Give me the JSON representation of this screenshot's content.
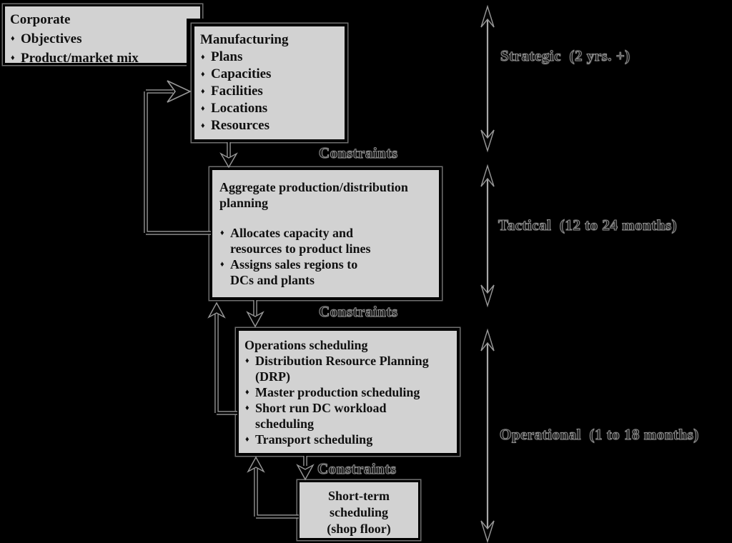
{
  "bullet": "♦",
  "boxes": {
    "corporate": {
      "title": "Corporate",
      "items": [
        "Objectives",
        "Product/market mix"
      ]
    },
    "manufacturing": {
      "title": "Manufacturing",
      "items": [
        "Plans",
        "Capacities",
        "Facilities",
        "Locations",
        "Resources"
      ]
    },
    "aggregate": {
      "title": "Aggregate production/distribution\nplanning",
      "items": [
        "Allocates capacity and\nresources to product lines",
        "Assigns sales regions to\nDCs and plants"
      ]
    },
    "operations": {
      "title": "Operations scheduling",
      "items": [
        "Distribution Resource Planning\n(DRP)",
        "Master production scheduling",
        "Short run DC workload\nscheduling",
        "Transport scheduling"
      ]
    },
    "short_term": {
      "title": "Short-term\nscheduling\n(shop floor)"
    }
  },
  "constraints_labels": [
    "Constraints",
    "Constraints",
    "Constraints"
  ],
  "horizons": [
    {
      "label": "Strategic  (2 yrs. +)"
    },
    {
      "label": "Tactical  (12 to 24 months)"
    },
    {
      "label": "Operational  (1 to 18 months)"
    }
  ],
  "colors": {
    "background": "#000000",
    "box_fill": "#d2d2d2",
    "box_border": "#000000",
    "halo_gray": "#6f6f6f",
    "text": "#101010"
  }
}
